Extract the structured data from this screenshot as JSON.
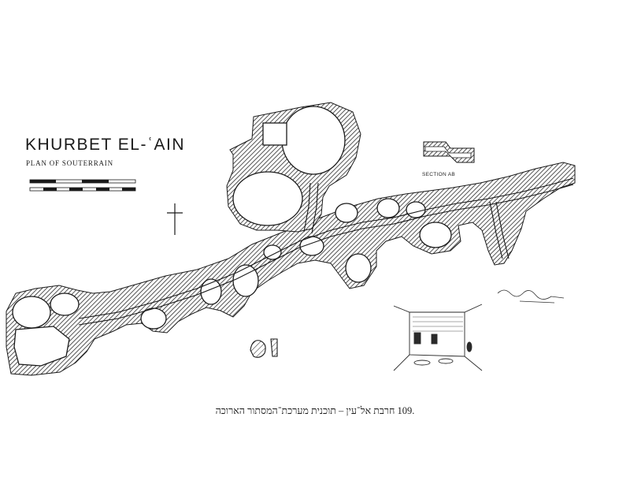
{
  "plan": {
    "title": "KHURBET EL-ʿAIN",
    "subtitle": "PLAN OF SOUTERRAIN",
    "section_label": "SECTION AB"
  },
  "caption": {
    "text": ".109 חרבת אל־עין – תוכנית מערכת־המסתור הארוכה"
  },
  "colors": {
    "ink": "#1a1a1a",
    "hatch": "#3a3a3a",
    "paper": "#ffffff"
  }
}
